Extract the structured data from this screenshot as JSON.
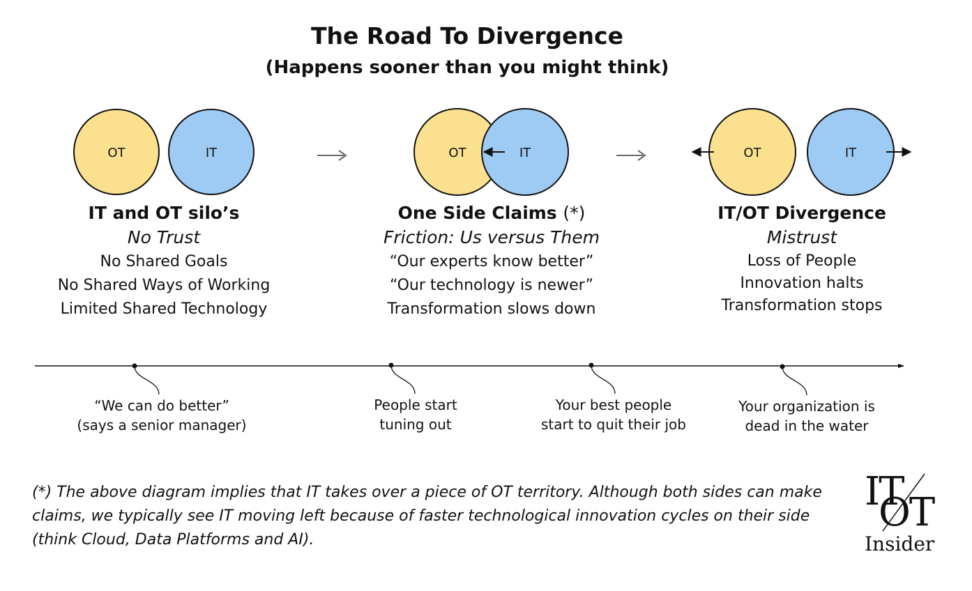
{
  "title": "The Road To Divergence",
  "subtitle": "(Happens sooner than you might think)",
  "colors": {
    "ot": "#fbe18f",
    "it": "#9ecbf4",
    "stroke": "#111111",
    "arrow": "#555555"
  },
  "circles": {
    "ot_label": "OT",
    "it_label": "IT"
  },
  "stages": [
    {
      "title": "IT and OT silo’s",
      "mood": "No Trust",
      "points": [
        "No Shared Goals",
        "No Shared Ways of Working",
        "Limited Shared Technology"
      ]
    },
    {
      "title": "One Side Claims",
      "title_note": "(*)",
      "mood": "Friction: Us versus Them",
      "points": [
        "“Our experts know better”",
        "“Our technology is newer”",
        "Transformation slows down"
      ]
    },
    {
      "title": "IT/OT Divergence",
      "mood": "Mistrust",
      "points": [
        "Loss of People",
        "Innovation halts",
        "Transformation stops"
      ]
    }
  ],
  "timeline": [
    {
      "line1": "“We can do better”",
      "line2": "(says a senior manager)"
    },
    {
      "line1": "People start",
      "line2": "tuning out"
    },
    {
      "line1": "Your best people",
      "line2": "start to quit their job"
    },
    {
      "line1": "Your organization is",
      "line2": "dead in the water"
    }
  ],
  "footnote": "(*) The above diagram implies that IT takes over a piece of OT territory. Although both sides can make claims, we typically see IT moving left because of faster technological innovation cycles on their side (think Cloud, Data Platforms and AI).",
  "logo": {
    "top": "IT",
    "bottom": "OT",
    "word": "Insider"
  }
}
